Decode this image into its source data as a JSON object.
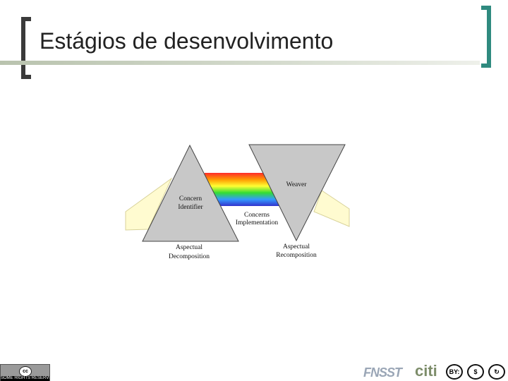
{
  "slide": {
    "title": "Estágios de desenvolvimento"
  },
  "diagram": {
    "labels": {
      "concern_identifier_line1": "Concern",
      "concern_identifier_line2": "Identifier",
      "weaver": "Weaver",
      "concerns_impl_line1": "Concerns",
      "concerns_impl_line2": "Implementation",
      "aspectual_decomp_line1": "Aspectual",
      "aspectual_decomp_line2": "Decomposition",
      "aspectual_recomp_line1": "Aspectual",
      "aspectual_recomp_line2": "Recomposition"
    },
    "colors": {
      "prism_fill": "#c8c8c8",
      "light_beam": "#fffbd0",
      "spectrum": [
        "#ff2a2a",
        "#ff9900",
        "#ffff33",
        "#33dd33",
        "#3399ff",
        "#3333cc"
      ]
    }
  },
  "footer": {
    "cc_symbol": "cc",
    "cc_text": "SOME RIGHTS RESERVED",
    "logo_fnsst": "FNSST",
    "logo_citi": "citi",
    "license_by": "BY:",
    "license_nc": "$",
    "license_sa": "↻"
  }
}
